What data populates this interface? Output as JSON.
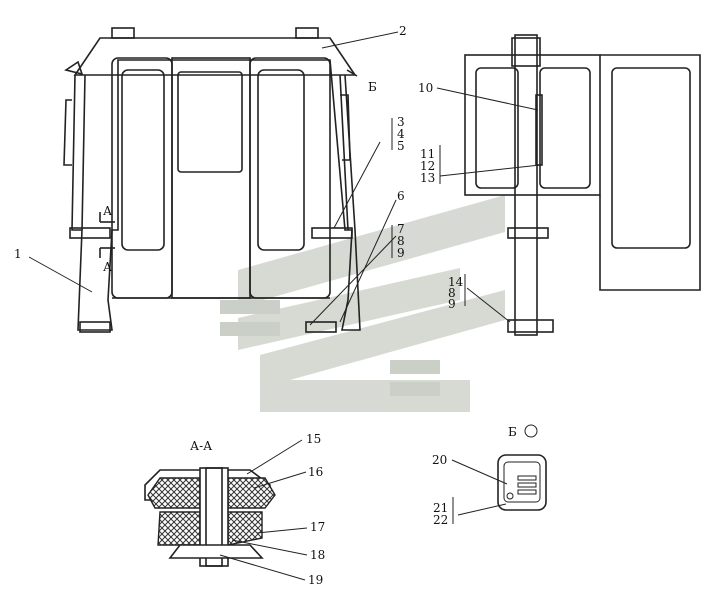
{
  "callouts": {
    "c1": "1",
    "c2": "2",
    "c3": "3",
    "c4": "4",
    "c5": "5",
    "c6": "6",
    "c7": "7",
    "c8": "8",
    "c9": "9",
    "c10": "10",
    "c11": "11",
    "c12": "12",
    "c13": "13",
    "c14": "14",
    "c8b": "8",
    "c9b": "9",
    "c15": "15",
    "c16": "16",
    "c17": "17",
    "c18": "18",
    "c19": "19",
    "c20": "20",
    "c21": "21",
    "c22": "22"
  },
  "section_marks": {
    "a_top": "А",
    "a_bottom": "А",
    "view_b_arrow": "Б",
    "section_aa_title": "А-А",
    "view_b_title": "Б"
  },
  "watermark": {
    "color": "#b9bfb5"
  }
}
